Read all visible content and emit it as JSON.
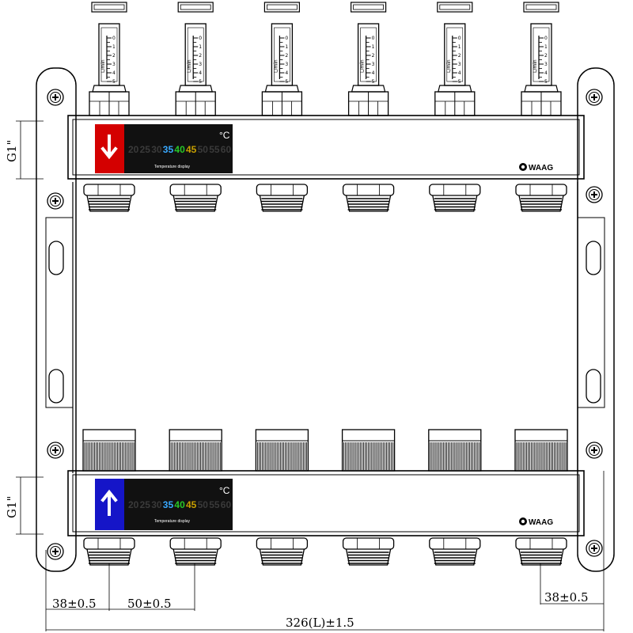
{
  "outlets": 6,
  "top_bar": {
    "thread_label": "G1\"",
    "temperature_scale": [
      "20",
      "25",
      "30",
      "35",
      "40",
      "45",
      "50",
      "55",
      "60"
    ],
    "temperature_colors": [
      "#3a3a3a",
      "#3a3a3a",
      "#3a3a3a",
      "#39a9ff",
      "#28c828",
      "#c8a000",
      "#3a3a3a",
      "#3a3a3a",
      "#3a3a3a"
    ],
    "unit": "°C",
    "display_caption": "Temperature display",
    "arrow": "down",
    "arrow_color": "#d40000",
    "brand": "WAAG"
  },
  "bottom_bar": {
    "thread_label": "G1\"",
    "temperature_scale": [
      "20",
      "25",
      "30",
      "35",
      "40",
      "45",
      "50",
      "55",
      "60"
    ],
    "temperature_colors": [
      "#3a3a3a",
      "#3a3a3a",
      "#3a3a3a",
      "#39a9ff",
      "#28c828",
      "#c8a000",
      "#3a3a3a",
      "#3a3a3a",
      "#3a3a3a"
    ],
    "unit": "°C",
    "display_caption": "Temperature display",
    "arrow": "up",
    "arrow_color": "#1515c8",
    "brand": "WAAG"
  },
  "flowmeter": {
    "unit_label": "L/min",
    "scale": [
      "0",
      "1",
      "2",
      "3",
      "4",
      "5"
    ]
  },
  "dimensions": {
    "left_offset": "38±0.5",
    "spacing": "50±0.5",
    "right_offset": "38±0.5",
    "total_length": "326(L)±1.5"
  }
}
